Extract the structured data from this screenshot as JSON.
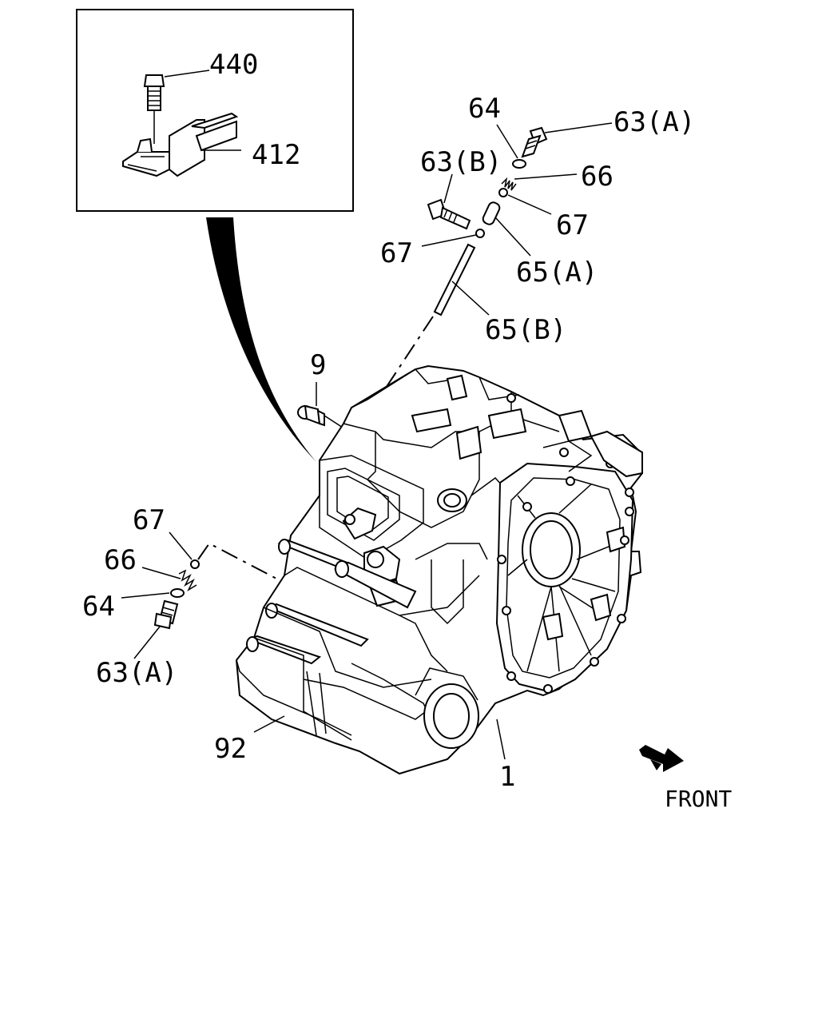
{
  "inset": {
    "labels": {
      "bolt": "440",
      "bracket": "412"
    }
  },
  "upper_right": {
    "labels": {
      "o_ring": "64",
      "plug_a": "63(A)",
      "plug_b": "63(B)",
      "spring": "66",
      "ball_upper": "67",
      "ball_lower": "67",
      "pin_a": "65(A)",
      "pin_b": "65(B)"
    }
  },
  "left_group": {
    "labels": {
      "ball": "67",
      "spring": "66",
      "o_ring": "64",
      "plug": "63(A)"
    }
  },
  "housing": {
    "labels": {
      "plug": "9",
      "bolt": "92",
      "case": "1"
    }
  },
  "front_label": "FRONT"
}
